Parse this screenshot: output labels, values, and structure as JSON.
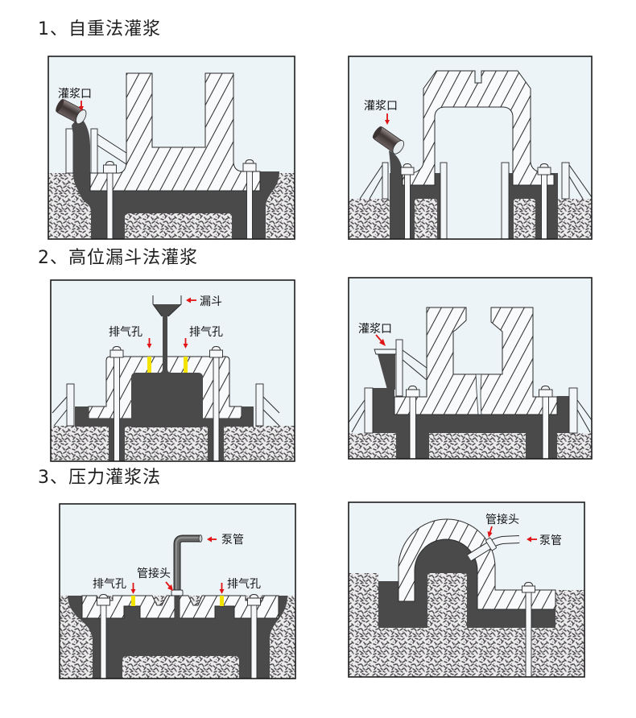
{
  "colors": {
    "panel_background": "#edf4f8",
    "grout": "#4a4a4a",
    "arrow_red": "#e01414",
    "vent_yellow": "#f2e400"
  },
  "sections": [
    {
      "title": "1、自重法灌浆",
      "panels": [
        {
          "labels": {
            "grout_inlet": "灌浆口"
          }
        },
        {
          "labels": {
            "grout_inlet": "灌浆口"
          }
        }
      ]
    },
    {
      "title": "2、高位漏斗法灌浆",
      "panels": [
        {
          "labels": {
            "funnel": "漏斗",
            "vent_left": "排气孔",
            "vent_right": "排气孔"
          }
        },
        {
          "labels": {
            "grout_inlet": "灌浆口"
          }
        }
      ]
    },
    {
      "title": "3、压力灌浆法",
      "panels": [
        {
          "labels": {
            "pump_pipe": "泵管",
            "pipe_joint": "管接头",
            "vent_left": "排气孔",
            "vent_right": "排气孔"
          }
        },
        {
          "labels": {
            "pipe_joint": "管接头",
            "pump_pipe": "泵管"
          }
        }
      ]
    }
  ]
}
